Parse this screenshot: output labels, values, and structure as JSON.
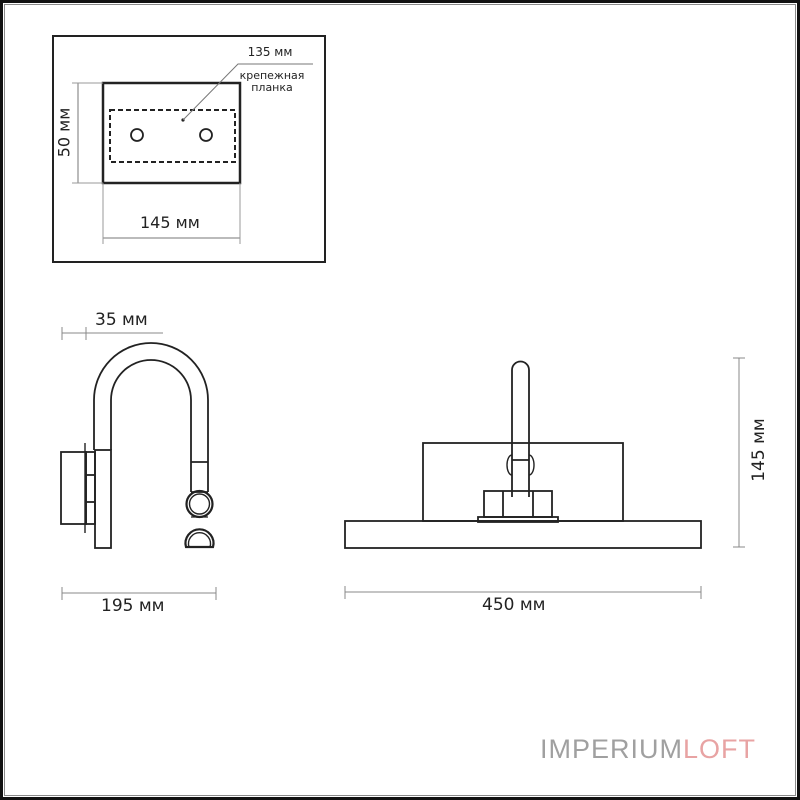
{
  "top_view": {
    "bracket_size_label": "135 мм",
    "bracket_name_line1": "крепежная",
    "bracket_name_line2": "планка",
    "height_label": "50 мм",
    "width_label": "145 мм"
  },
  "side_view": {
    "offset_label": "35 мм",
    "depth_label": "195 мм"
  },
  "front_view": {
    "width_label": "450 мм",
    "height_label": "145 мм"
  },
  "brand": {
    "part1": "IMPERIUM",
    "part2": "LOFT",
    "color_part1": "#a0a0a0",
    "color_part2": "#e8a3a3"
  }
}
